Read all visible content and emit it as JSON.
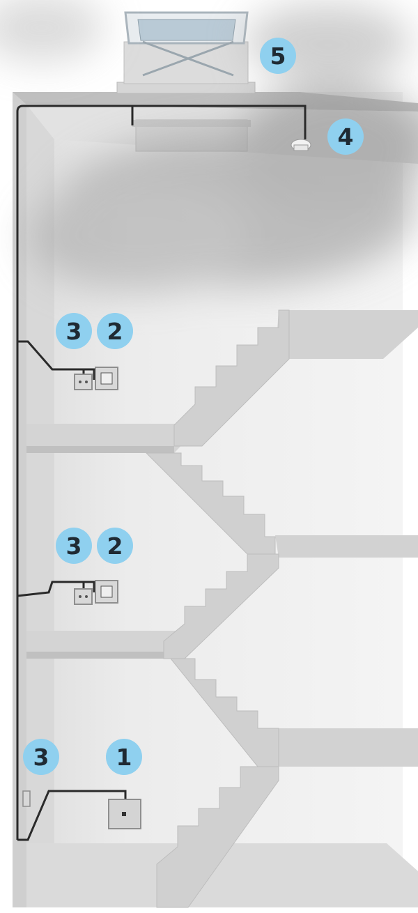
{
  "badges": [
    {
      "id": "control-panel",
      "label": "1"
    },
    {
      "id": "manual-call-point-floor3",
      "label": "2"
    },
    {
      "id": "vent-switch-floor3",
      "label": "3"
    },
    {
      "id": "manual-call-point-floor2",
      "label": "2"
    },
    {
      "id": "vent-switch-floor2",
      "label": "3"
    },
    {
      "id": "vent-switch-floor1",
      "label": "3"
    },
    {
      "id": "smoke-detector",
      "label": "4"
    },
    {
      "id": "smoke-vent",
      "label": "5"
    }
  ],
  "colors": {
    "badge": "#8fd0ef",
    "badge_text": "#1f2a33",
    "wall": "#e6e6e6",
    "slab": "#d9d9d9",
    "cable": "#2a2a2a",
    "smoke": "#9a9a9a"
  },
  "icons": [
    "smoke-vent-icon",
    "smoke-detector-icon",
    "control-panel-icon",
    "call-point-icon",
    "switch-icon"
  ]
}
